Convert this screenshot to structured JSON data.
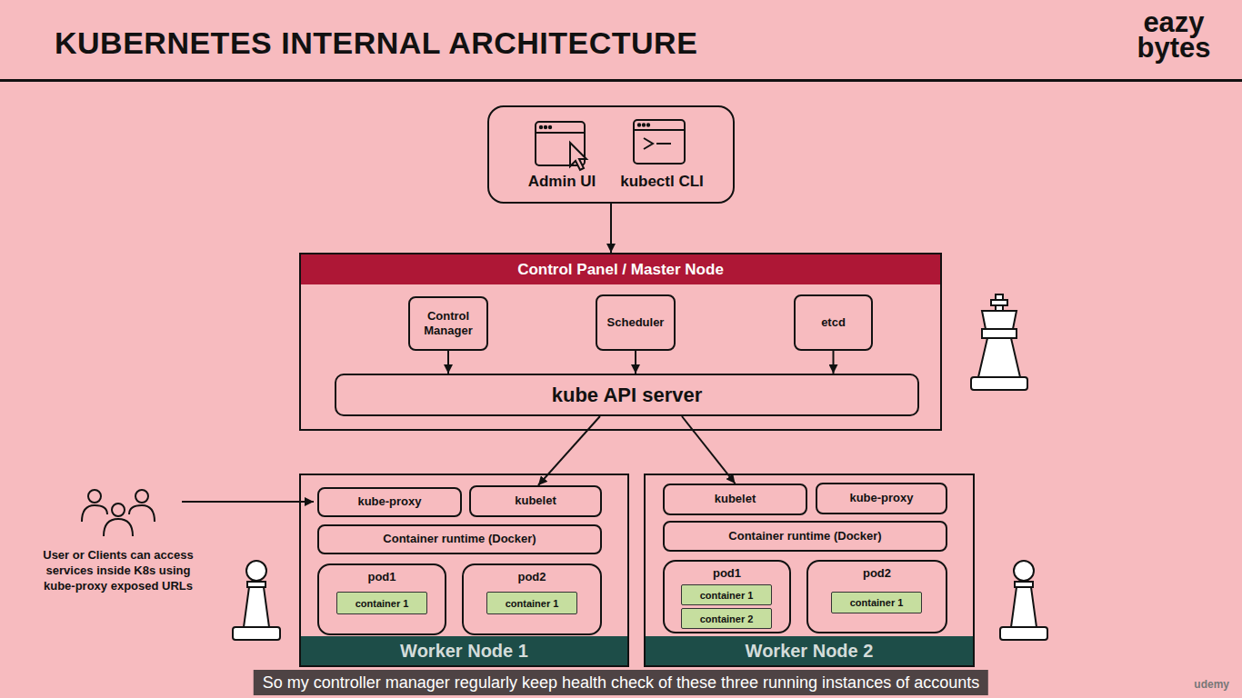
{
  "diagram": {
    "title": "KUBERNETES INTERNAL ARCHITECTURE",
    "caption": "So my controller manager regularly keep health check of these three running instances of accounts",
    "nodes": [
      {
        "text": [
          "Admin UI",
          "kubectl CLI"
        ]
      },
      {
        "text": [
          "Control Panel / Master Node"
        ]
      },
      {
        "text": [
          "Control Manager"
        ],
        "in": 1
      },
      {
        "text": [
          "Scheduler"
        ],
        "in": 1
      },
      {
        "text": [
          "etcd"
        ],
        "in": 1
      },
      {
        "text": [
          "kube API server"
        ],
        "in": 1
      },
      {
        "text": [
          "Worker Node 1"
        ]
      },
      {
        "text": [
          "kube-proxy"
        ],
        "in": 6
      },
      {
        "text": [
          "kubelet"
        ],
        "in": 6
      },
      {
        "text": [
          "Container runtime (Docker)"
        ],
        "in": 6
      },
      {
        "text": [
          "pod1"
        ],
        "in": 6
      },
      {
        "text": [
          "container 1"
        ],
        "in": 10
      },
      {
        "text": [
          "pod2"
        ],
        "in": 6
      },
      {
        "text": [
          "container 1"
        ],
        "in": 12
      },
      {
        "text": [
          "Worker Node 2"
        ]
      },
      {
        "text": [
          "kubelet"
        ],
        "in": 14
      },
      {
        "text": [
          "kube-proxy"
        ],
        "in": 14
      },
      {
        "text": [
          "Container runtime (Docker)"
        ],
        "in": 14
      },
      {
        "text": [
          "pod1"
        ],
        "in": 14
      },
      {
        "text": [
          "container 1"
        ],
        "in": 18
      },
      {
        "text": [
          "container 2"
        ],
        "in": 18
      },
      {
        "text": [
          "pod2"
        ],
        "in": 14
      },
      {
        "text": [
          "container 1"
        ],
        "in": 21
      }
    ],
    "edges": [
      {
        "from": 0,
        "to": 1,
        "arrow": "to"
      },
      {
        "from": 2,
        "to": 5,
        "arrow": "to"
      },
      {
        "from": 3,
        "to": 5,
        "arrow": "to"
      },
      {
        "from": 4,
        "to": 5,
        "arrow": "to"
      },
      {
        "from": 5,
        "to": 8,
        "arrow": "to"
      },
      {
        "from": 5,
        "to": 15,
        "arrow": "to"
      }
    ],
    "labels": [
      "eazy",
      "bytes",
      "User or Clients can access services inside K8s using kube-proxy exposed URLs",
      "udemy"
    ]
  }
}
